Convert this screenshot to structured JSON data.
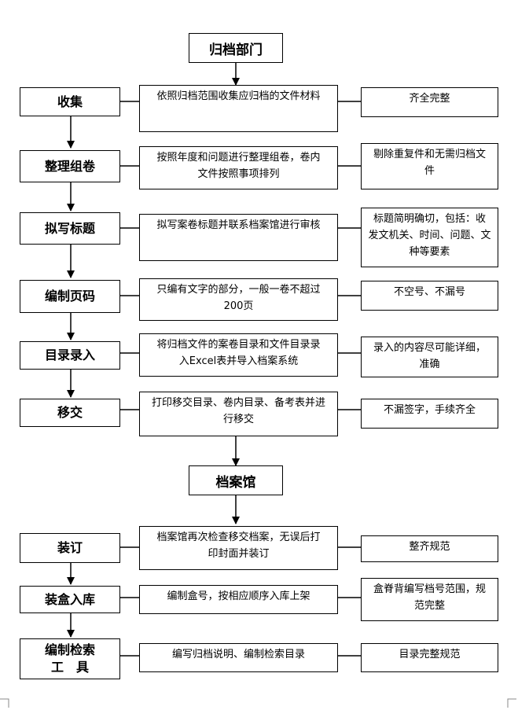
{
  "headers": {
    "top": "归档部门",
    "middle": "档案馆"
  },
  "rows": [
    {
      "step": "收集",
      "desc": "依照归档范围收集应归档的文件材料",
      "note": "齐全完整"
    },
    {
      "step": "整理组卷",
      "desc": "按照年度和问题进行整理组卷，卷内\n文件按照事项排列",
      "note": "剔除重复件和无需归档文\n件"
    },
    {
      "step": "拟写标题",
      "desc": "拟写案卷标题并联系档案馆进行审核",
      "note": "标题简明确切，包括：收\n发文机关、时间、问题、文\n种等要素"
    },
    {
      "step": "编制页码",
      "desc": "只编有文字的部分，一般一卷不超过\n200页",
      "note": "不空号、不漏号"
    },
    {
      "step": "目录录入",
      "desc": "将归档文件的案卷目录和文件目录录\n入Excel表并导入档案系统",
      "note": "录入的内容尽可能详细，\n准确"
    },
    {
      "step": "移交",
      "desc": "打印移交目录、卷内目录、备考表并进\n行移交",
      "note": "不漏签字，手续齐全"
    },
    {
      "step": "装订",
      "desc": "档案馆再次检查移交档案，无误后打\n印封面并装订",
      "note": "整齐规范"
    },
    {
      "step": "装盒入库",
      "desc": "编制盒号，按相应顺序入库上架",
      "note": "盒脊背编写档号范围，规\n范完整"
    },
    {
      "step": "编制检索\n工　具",
      "desc": "编写归档说明、编制检索目录",
      "note": "目录完整规范"
    }
  ]
}
